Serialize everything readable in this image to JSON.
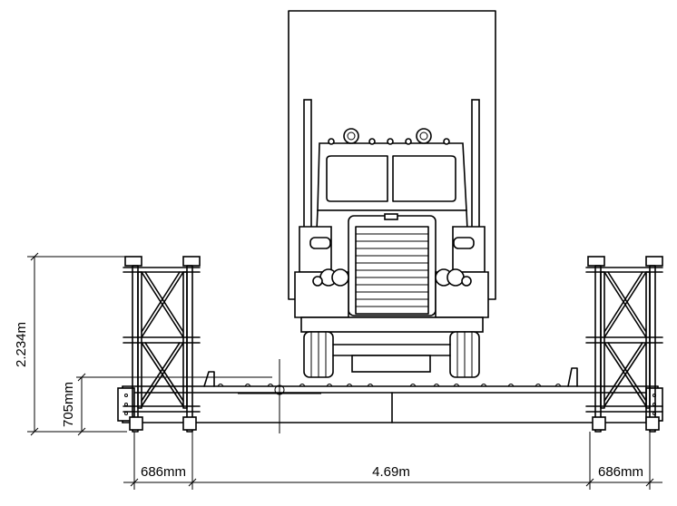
{
  "diagram": {
    "dimensions": {
      "panel_height": "2.234m",
      "deck_height": "705mm",
      "left_panel_width": "686mm",
      "carriageway_width": "4.69m",
      "right_panel_width": "686mm"
    }
  }
}
